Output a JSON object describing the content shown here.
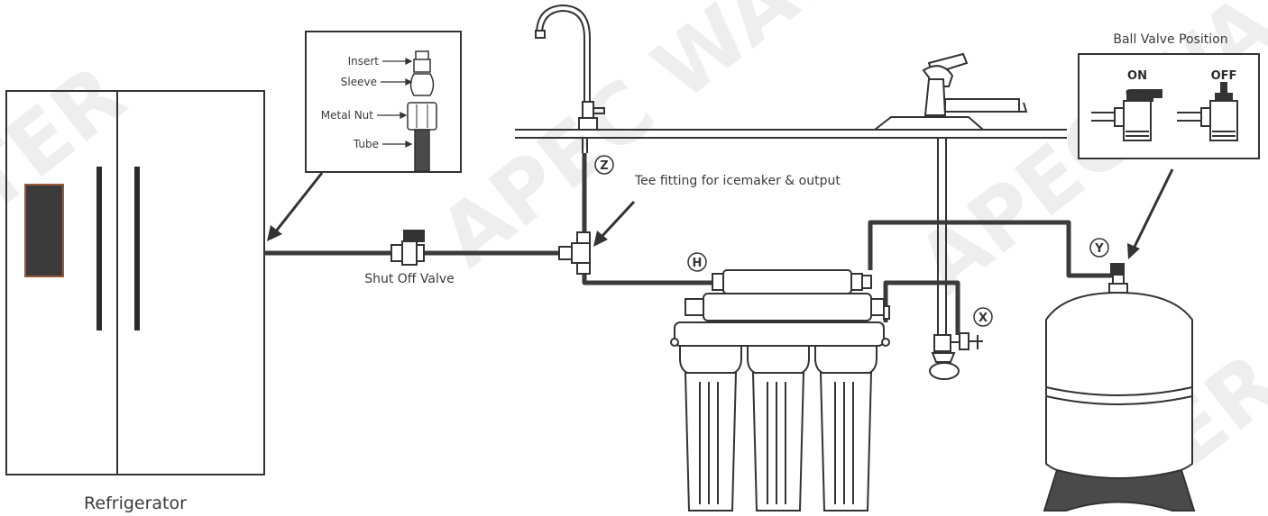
{
  "labels": {
    "refrigerator": "Refrigerator",
    "shut_off_valve": "Shut Off Valve",
    "tee_fitting": "Tee fitting for icemaker & output",
    "ball_valve_title": "Ball Valve Position",
    "on": "ON",
    "off": "OFF"
  },
  "fitting_detail": {
    "insert": "Insert",
    "sleeve": "Sleeve",
    "metal_nut": "Metal Nut",
    "tube": "Tube"
  },
  "markers": {
    "z": "Z",
    "h": "H",
    "x": "X",
    "y": "Y"
  },
  "watermark": "APEC WATER",
  "colors": {
    "line": "#333333",
    "pipe": "#3a3a3a",
    "tank_base": "#4a4a4a",
    "panel": "#3b3b3b",
    "panel_border": "#9a5a3a"
  }
}
